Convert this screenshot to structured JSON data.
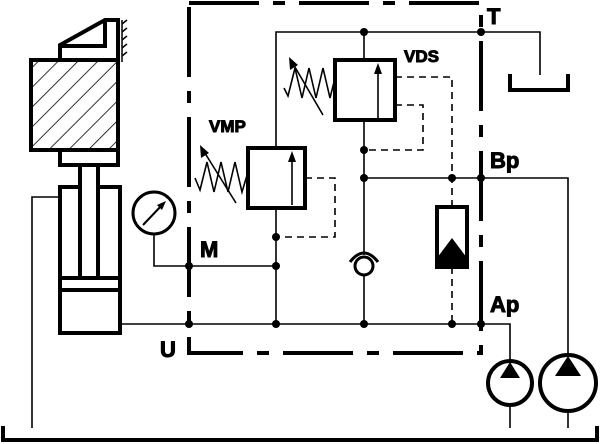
{
  "diagram": {
    "labels": {
      "tank_port": "T",
      "sequence_valve": "VDS",
      "pressure_valve": "VMP",
      "port_b": "Bp",
      "gauge_port": "M",
      "port_a": "Ap",
      "port_u": "U"
    },
    "colors": {
      "line": "#000000",
      "background": "#ffffff"
    }
  }
}
